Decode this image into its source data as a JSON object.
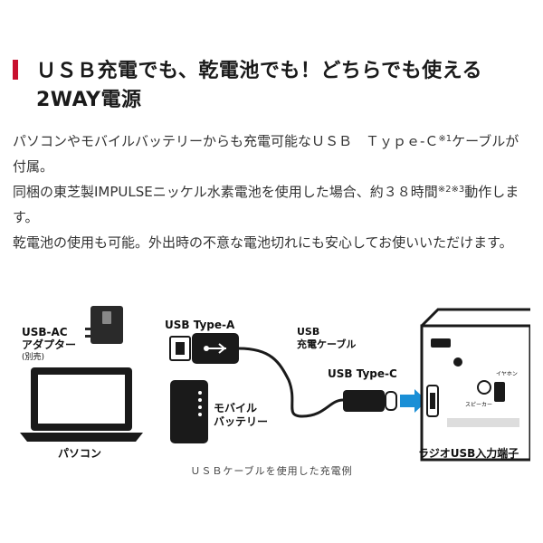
{
  "heading": {
    "line1": "ＵＳＢ充電でも、乾電池でも！どちらでも使える",
    "line2": "2WAY電源"
  },
  "paragraphs": [
    {
      "before": "パソコンやモバイルバッテリーからも充電可能なＵＳＢ　Ｔｙｐｅ-Ｃ",
      "sup": "※1",
      "after": "ケーブルが付属。"
    },
    {
      "before": "同梱の東芝製IMPULSEニッケル水素電池を使用した場合、約３８時間",
      "sup": "※2※3",
      "after": "動作します。"
    },
    {
      "before": "乾電池の使用も可能。外出時の不意な電池切れにも安心してお使いいただけます。",
      "sup": "",
      "after": ""
    }
  ],
  "figure": {
    "labels": {
      "usb_ac_line1": "USB-AC",
      "usb_ac_line2": "アダプター",
      "usb_ac_note": "(別売)",
      "pc": "パソコン",
      "usb_type_a": "USB Type-A",
      "usb_cable_line1": "USB",
      "usb_cable_line2": "充電ケーブル",
      "usb_type_c": "USB Type-C",
      "mobile_battery_line1": "モバイル",
      "mobile_battery_line2": "バッテリー",
      "radio_port": "ラジオUSB入力端子",
      "speaker": "スピーカー",
      "earphone": "イヤホン"
    },
    "caption": "ＵＳＢケーブルを使用した充電例",
    "colors": {
      "arrow": "#1a8fd6",
      "accent": "#c8102e"
    }
  }
}
